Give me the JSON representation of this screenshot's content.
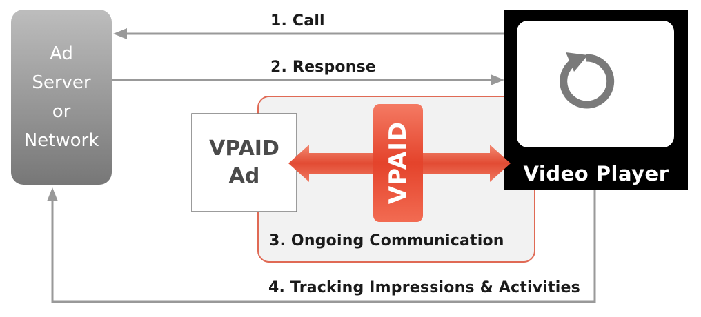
{
  "steps": {
    "call": "1. Call",
    "response": "2. Response",
    "ongoing": "3. Ongoing Communication",
    "tracking": "4. Tracking Impressions & Activities"
  },
  "nodes": {
    "ad_server": "Ad\nServer\nor\nNetwork",
    "vpaid_ad": "VPAID\nAd",
    "vpaid": "VPAID",
    "video_player": "Video Player"
  },
  "icons": {
    "video_player_screen": "refresh-icon"
  },
  "colors": {
    "ad_server_gradient_top": "#b8b8b8",
    "ad_server_gradient_bottom": "#7a7a7a",
    "connector_gray": "#999999",
    "vpaid_red": "#e8503a",
    "vpaid_red_light": "#f4856d",
    "communication_box_border": "#e06a55",
    "communication_box_fill": "#f2f2f2",
    "player_frame": "#000000",
    "player_screen": "#ffffff",
    "refresh_icon": "#7a7a7a"
  }
}
